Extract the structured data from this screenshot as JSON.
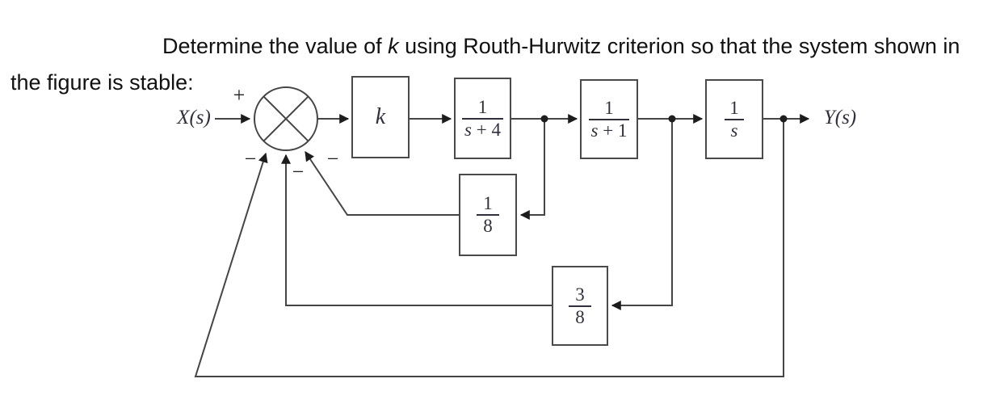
{
  "question": {
    "text_before_k": "Determine the value of ",
    "k_symbol": "k",
    "text_after_k": " using Routh-Hurwitz criterion so that the system shown in the figure is stable:"
  },
  "diagram": {
    "input_label": "X(s)",
    "output_label": "Y(s)",
    "summing_junction": {
      "plus_sign": "+",
      "minus_sign_outer": "−",
      "minus_sign_middle": "−",
      "minus_sign_inner": "−"
    },
    "blocks": {
      "gain": {
        "label": "k"
      },
      "g1": {
        "num": "1",
        "den_var": "s",
        "den_rest": " + 4"
      },
      "g2": {
        "num": "1",
        "den_var": "s",
        "den_rest": " + 1"
      },
      "g3": {
        "num": "1",
        "den_var": "s",
        "den_rest": ""
      },
      "h1": {
        "num": "1",
        "den": "8"
      },
      "h2": {
        "num": "3",
        "den": "8"
      }
    },
    "colors": {
      "line": "#454545",
      "arrow": "#1c1c1c",
      "math_text": "#30303c",
      "body_text": "#111111"
    }
  }
}
